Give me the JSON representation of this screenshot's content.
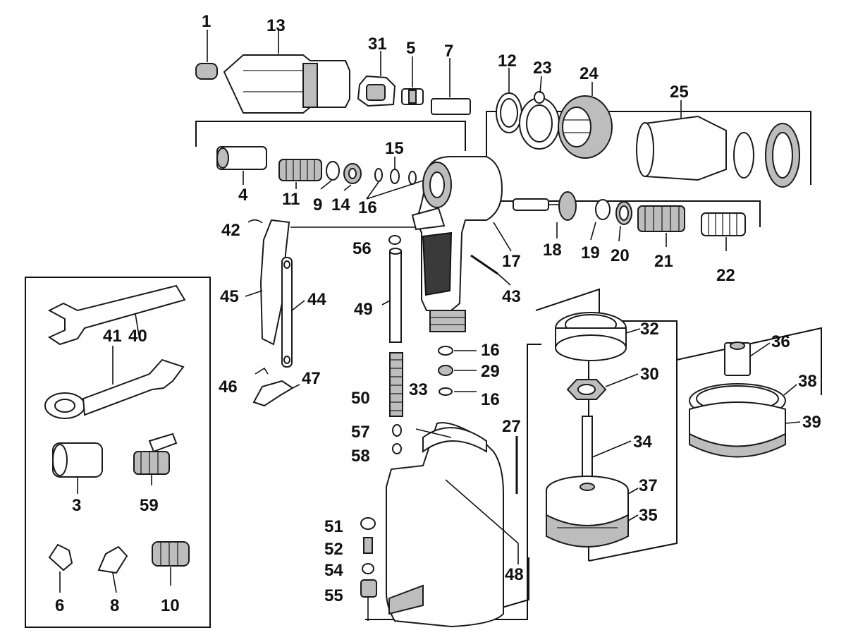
{
  "diagram": {
    "callouts": {
      "n1": "1",
      "n13": "13",
      "n31": "31",
      "n5": "5",
      "n7": "7",
      "n12": "12",
      "n23": "23",
      "n24": "24",
      "n25": "25",
      "n15": "15",
      "n4": "4",
      "n11": "11",
      "n9": "9",
      "n14": "14",
      "n16a": "16",
      "n18": "18",
      "n19": "19",
      "n20": "20",
      "n21": "21",
      "n22": "22",
      "n42": "42",
      "n56": "56",
      "n17": "17",
      "n43": "43",
      "n45": "45",
      "n44": "44",
      "n49": "49",
      "n41": "41",
      "n40": "40",
      "n16b": "16",
      "n29": "29",
      "n16c": "16",
      "n32": "32",
      "n30": "30",
      "n36": "36",
      "n38": "38",
      "n39": "39",
      "n46": "46",
      "n47": "47",
      "n50": "50",
      "n33": "33",
      "n57": "57",
      "n58": "58",
      "n27": "27",
      "n34": "34",
      "n37": "37",
      "n35": "35",
      "n3": "3",
      "n59": "59",
      "n51": "51",
      "n52": "52",
      "n54": "54",
      "n55": "55",
      "n48": "48",
      "n6": "6",
      "n8": "8",
      "n10": "10"
    }
  }
}
